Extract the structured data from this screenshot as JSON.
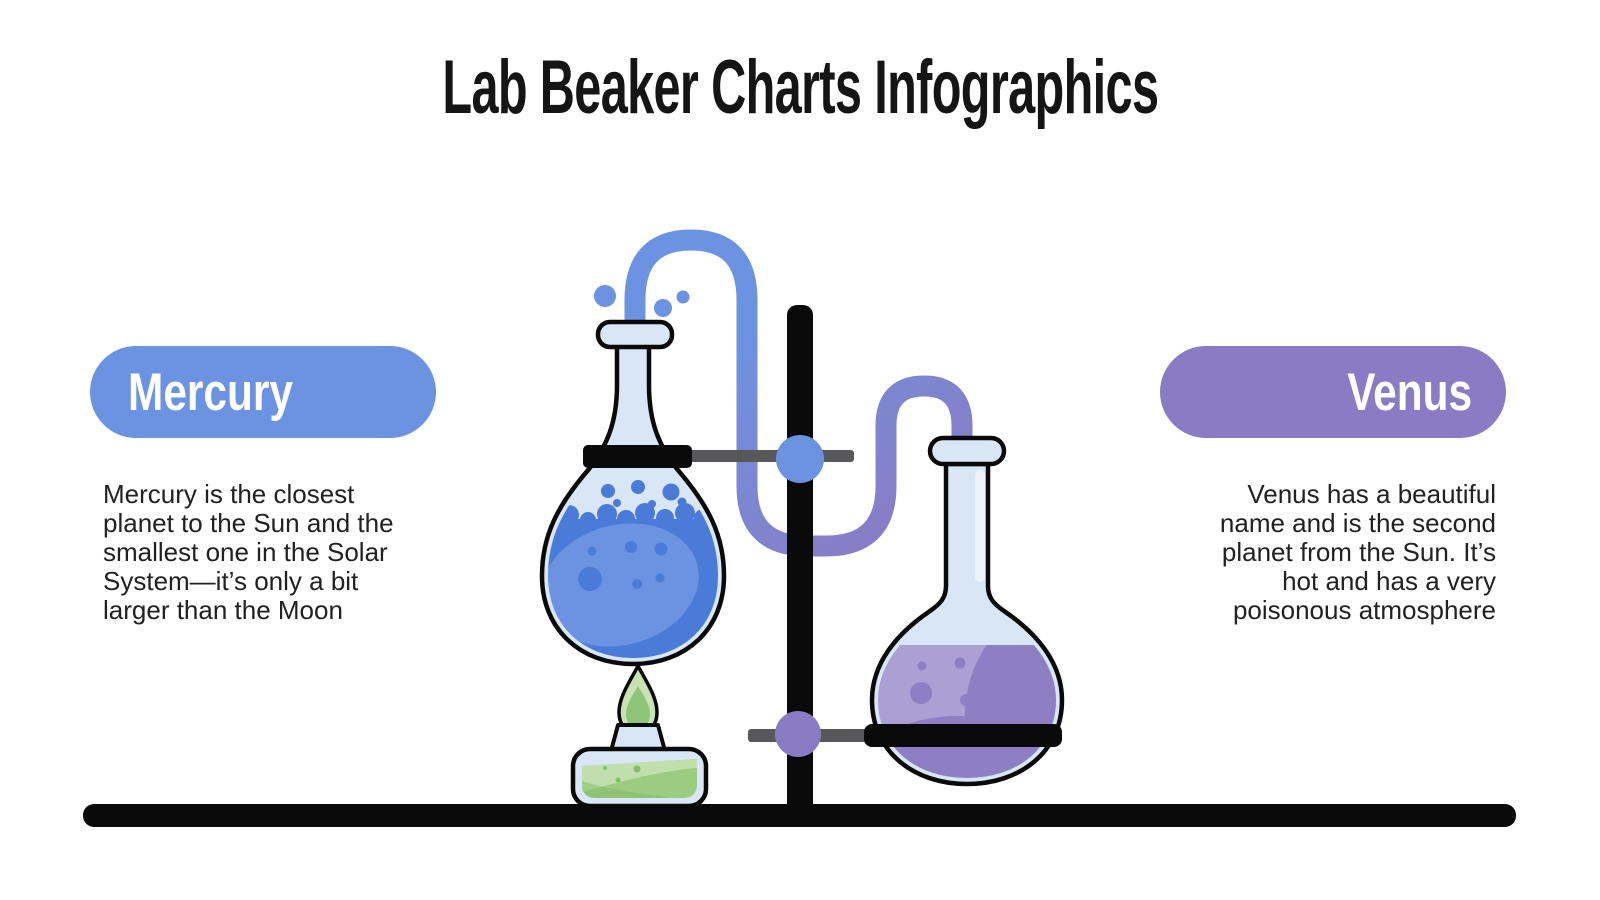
{
  "title": "Lab Beaker Charts Infographics",
  "panels": {
    "mercury": {
      "label": "Mercury",
      "description": "Mercury is the closest planet to the Sun and the smallest one in the Solar System—it’s only a bit larger than the Moon",
      "accent": "#6C93E2"
    },
    "venus": {
      "label": "Venus",
      "description": "Venus has a beautiful name and is the second planet from the Sun. It’s hot and has a very poisonous atmosphere",
      "accent": "#8A7CC4"
    }
  },
  "illustration": {
    "parts": [
      "blue-round-flask",
      "purple-round-flask",
      "condenser-tube",
      "retort-stand",
      "spirit-burner",
      "lab-bench"
    ]
  },
  "colors": {
    "blue": "#6C93E2",
    "purple": "#8A7CC4",
    "glass": "#D9E6F5",
    "glass-bright": "#ECF3FA",
    "liquid-blue": "#4A7BD8",
    "liquid-blue-light": "#6B93E2",
    "liquid-purple": "#AC9FD4",
    "liquid-purple-dark": "#8E7EC4",
    "flame-outer": "#C8E2B4",
    "flame-inner": "#8FC478",
    "green-liquid": "#9CCB82",
    "green-liquid-light": "#C0DFAC",
    "green-liquid-dark": "#84BD6D",
    "ink": "#0A0A0A",
    "rod": "#58585A",
    "text": "#212121",
    "title": "#151515",
    "pill-text": "#FFFFFF",
    "background": "#FFFFFF"
  }
}
